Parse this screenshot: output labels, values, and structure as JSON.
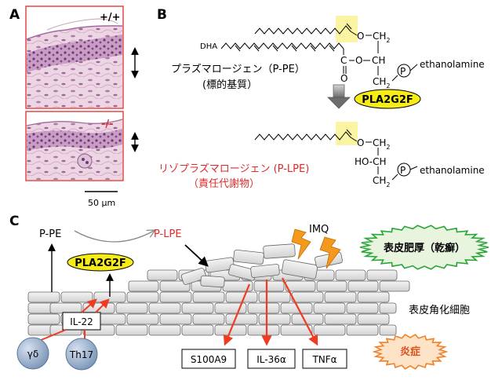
{
  "panelA": {
    "label": "A",
    "genotype_wt": "+/+",
    "genotype_ko": "-/-",
    "scalebar": "50 μm"
  },
  "panelB": {
    "label": "B",
    "dha_label": "DHA",
    "ppe_name": "プラズマロージェン（P-PE）",
    "ppe_role": "(標的基質）",
    "ethanolamine_top": "ethanolamine",
    "enzyme": "PLA2G2F",
    "lpe_name": "リゾプラズマロージェン (P-LPE)",
    "lpe_role": "（責任代謝物）",
    "ethanolamine_bottom": "ethanolamine",
    "structure": {
      "top_o": "O",
      "top_ch2_1": "CH",
      "top_ch_2": "CH",
      "top_ch2_3": "CH",
      "carbonyl_c": "C",
      "carbonyl_o": "O",
      "ester_o": "O",
      "subscript_2": "2",
      "phosphate": "P",
      "bottom_o": "O",
      "bottom_ch2_1": "CH",
      "bottom_ho_ch": "HO-CH",
      "bottom_ch2_3": "CH"
    }
  },
  "panelC": {
    "label": "C",
    "ppe": "P-PE",
    "plpe": "P-LPE",
    "enzyme": "PLA2G2F",
    "imq": "IMQ",
    "hyperplasia": "表皮肥厚（乾癬）",
    "keratinocytes": "表皮角化細胞",
    "il22": "IL-22",
    "gd": "γδ",
    "th17": "Th17",
    "s100a9": "S100A9",
    "il36": "IL-36α",
    "tnf": "TNFα",
    "inflammation": "炎症"
  },
  "colors": {
    "red_arrow": "#ee3b22",
    "enzyme_yellow": "#f7ec13",
    "highlight": "#fbf5a3",
    "burst_green": "#27a537",
    "burst_fill": "#e9f4df",
    "burst_orange": "#f2832a",
    "burst_orange_fill": "#fde3c8",
    "cell_fill": "#e3e3e3",
    "tissue_border_red": "#e0292b"
  }
}
